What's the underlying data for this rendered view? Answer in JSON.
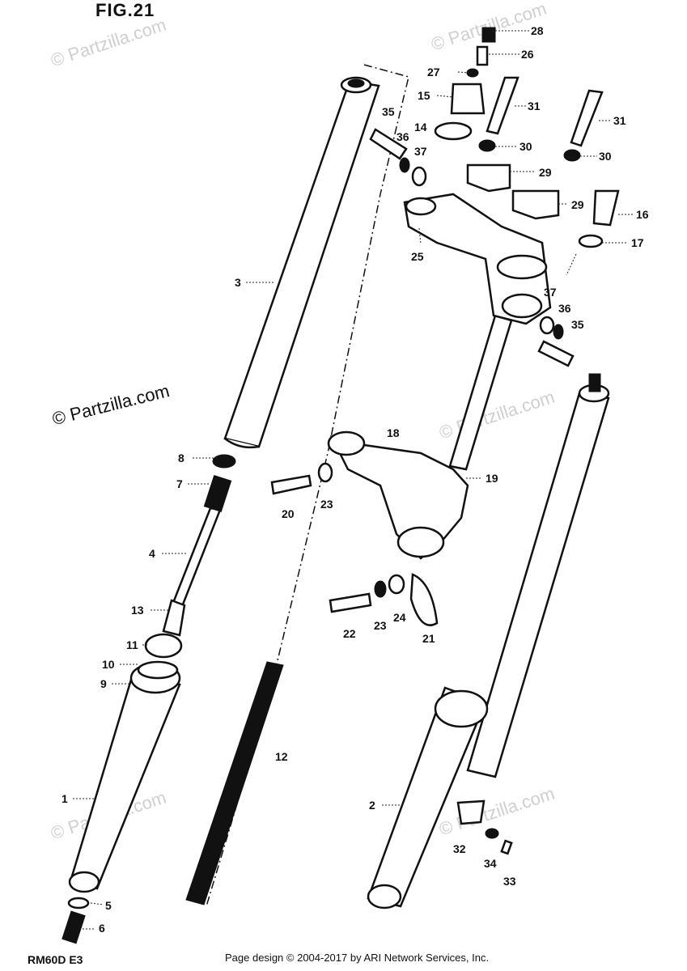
{
  "figure_title": "FIG.21",
  "model_code": "RM60D E3",
  "copyright": "Page design © 2004-2017 by ARI Network Services, Inc.",
  "watermark_main": "© Partzilla.com",
  "watermark_faint": "© Partzilla.com",
  "labels": {
    "p1": "1",
    "p2": "2",
    "p3": "3",
    "p4": "4",
    "p5": "5",
    "p6": "6",
    "p7": "7",
    "p8": "8",
    "p9": "9",
    "p10": "10",
    "p11": "11",
    "p12": "12",
    "p13": "13",
    "p14": "14",
    "p15": "15",
    "p16": "16",
    "p17": "17",
    "p18": "18",
    "p19": "19",
    "p20": "20",
    "p21": "21",
    "p22": "22",
    "p23a": "23",
    "p23b": "23",
    "p24": "24",
    "p25": "25",
    "p26": "26",
    "p27": "27",
    "p28": "28",
    "p29a": "29",
    "p29b": "29",
    "p30a": "30",
    "p30b": "30",
    "p31a": "31",
    "p31b": "31",
    "p32": "32",
    "p33": "33",
    "p34": "34",
    "p35a": "35",
    "p35b": "35",
    "p36a": "36",
    "p36b": "36",
    "p37a": "37",
    "p37b": "37"
  }
}
